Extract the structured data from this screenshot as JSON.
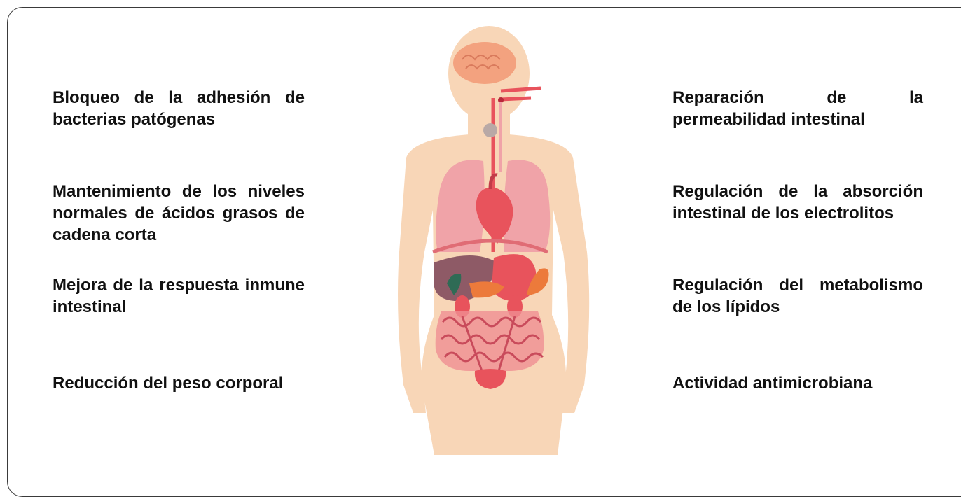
{
  "left_benefits": [
    "Bloqueo de la adhesión de bacterias patógenas",
    "Mantenimiento de los niveles normales de ácidos grasos de cadena corta",
    "Mejora de la respuesta inmune intestinal",
    "Reducción del peso corporal"
  ],
  "right_benefits": [
    "Reparación de la permeabilidad intestinal",
    "Regulación de la absorción intestinal de los electrolitos",
    "Regulación del metabolismo de los lípidos",
    "Actividad antimicrobiana"
  ],
  "colors": {
    "skin": "#f8d6b7",
    "organ_red": "#e8535c",
    "organ_pink": "#ef8f92",
    "lung": "#f0a3a8",
    "liver": "#8e5a66",
    "gallbladder": "#2f6b55",
    "pancreas": "#ec7a3b",
    "brain": "#f3a27f",
    "text": "#111111",
    "border": "#3a3a3a"
  }
}
